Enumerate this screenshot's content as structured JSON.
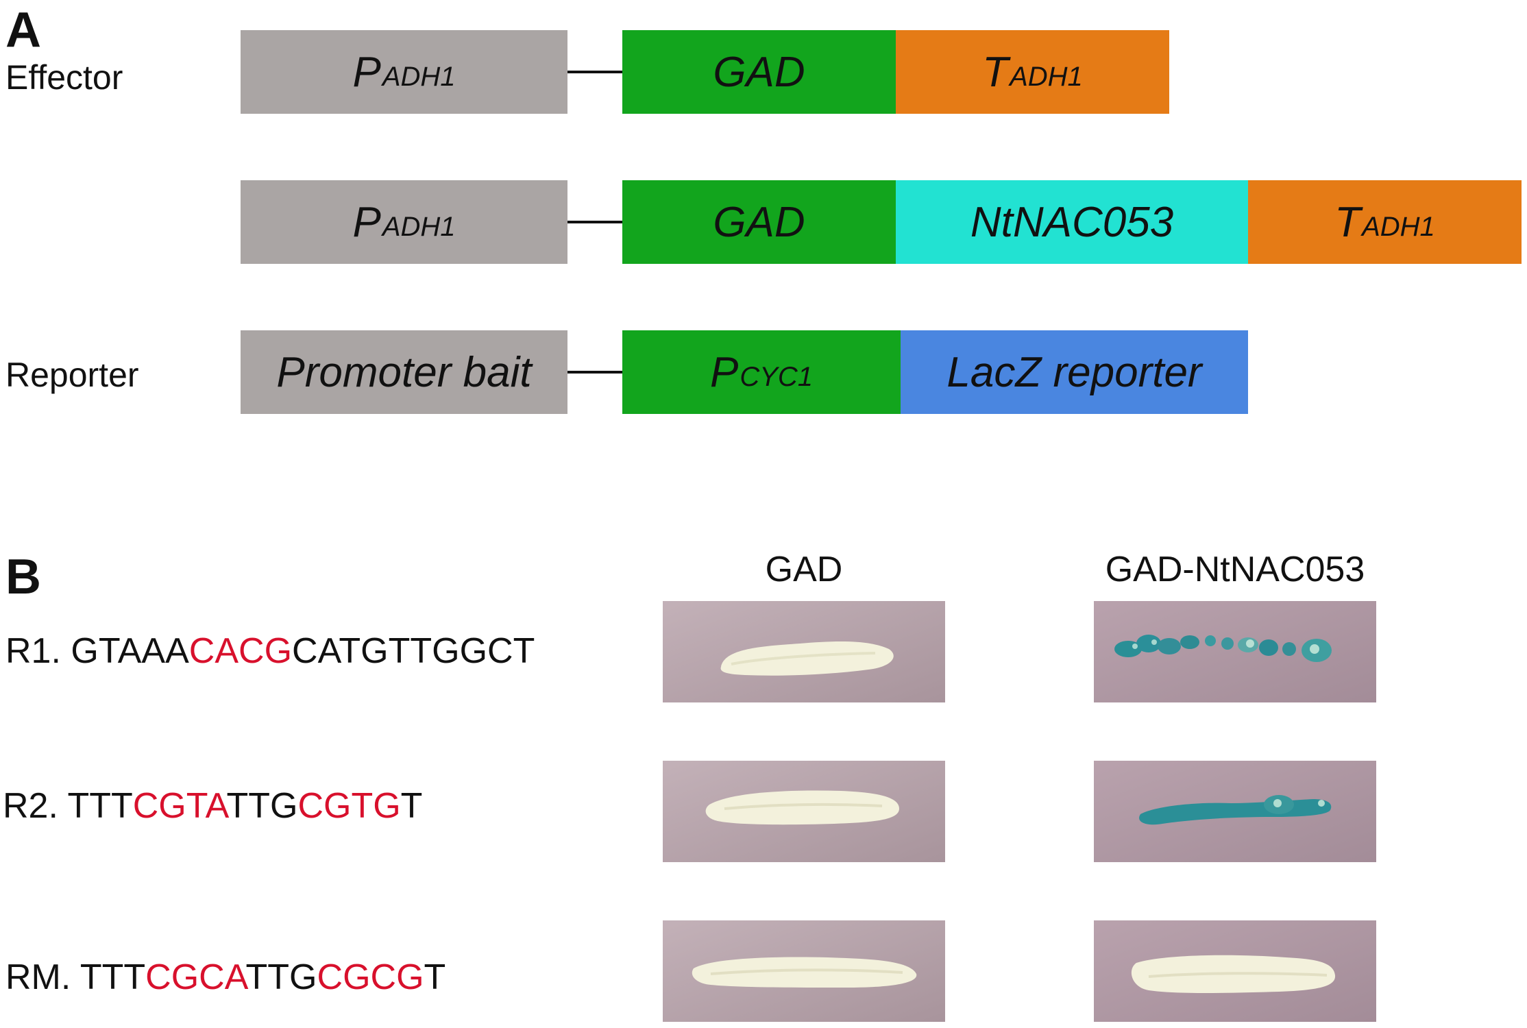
{
  "panel_a": {
    "letter": "A",
    "effector_label": "Effector",
    "reporter_label": "Reporter",
    "constructs": [
      {
        "name": "effector-1",
        "promoter": {
          "main": "P",
          "sub": "ADH1"
        },
        "parts": [
          {
            "main": "GAD",
            "sub": "",
            "color": "#12a51d"
          },
          {
            "main": "T",
            "sub": "ADH1",
            "color": "#e57b16"
          }
        ]
      },
      {
        "name": "effector-2",
        "promoter": {
          "main": "P",
          "sub": "ADH1"
        },
        "parts": [
          {
            "main": "GAD",
            "sub": "",
            "color": "#12a51d"
          },
          {
            "main": "NtNAC053",
            "sub": "",
            "color": "#22e2d2"
          },
          {
            "main": "T",
            "sub": "ADH1",
            "color": "#e57b16"
          }
        ]
      },
      {
        "name": "reporter",
        "promoter": {
          "main": "Promoter bait",
          "sub": ""
        },
        "parts": [
          {
            "main": "P",
            "sub": "CYC1",
            "color": "#12a51d"
          },
          {
            "main": "LacZ reporter",
            "sub": "",
            "color": "#4a86e0"
          }
        ]
      }
    ],
    "colors": {
      "promoter_gray": "#aaa5a4",
      "line": "#111111"
    }
  },
  "panel_b": {
    "letter": "B",
    "columns": [
      "GAD",
      "GAD-NtNAC053"
    ],
    "rows": [
      {
        "id": "R1.",
        "segments": [
          {
            "text": "GTAAA",
            "red": false
          },
          {
            "text": "CACG",
            "red": true
          },
          {
            "text": "CATGTTGGCT",
            "red": false
          }
        ],
        "gad_result": "white",
        "nac_result": "blue"
      },
      {
        "id": "R2.",
        "segments": [
          {
            "text": "TTT",
            "red": false
          },
          {
            "text": "CGTA",
            "red": true
          },
          {
            "text": "TTG",
            "red": false
          },
          {
            "text": "CGTG",
            "red": true
          },
          {
            "text": "T",
            "red": false
          }
        ],
        "gad_result": "white",
        "nac_result": "blue"
      },
      {
        "id": "RM.",
        "segments": [
          {
            "text": "TTT",
            "red": false
          },
          {
            "text": "CGCA",
            "red": true
          },
          {
            "text": "TTG",
            "red": false
          },
          {
            "text": "CGCG",
            "red": true
          },
          {
            "text": "T",
            "red": false
          }
        ],
        "gad_result": "white",
        "nac_result": "white"
      }
    ],
    "colors": {
      "highlight": "#d8102c",
      "plate": "#b29ea6",
      "white_colony": "#f3f1dc",
      "blue_colony": "#2a8f96"
    }
  }
}
